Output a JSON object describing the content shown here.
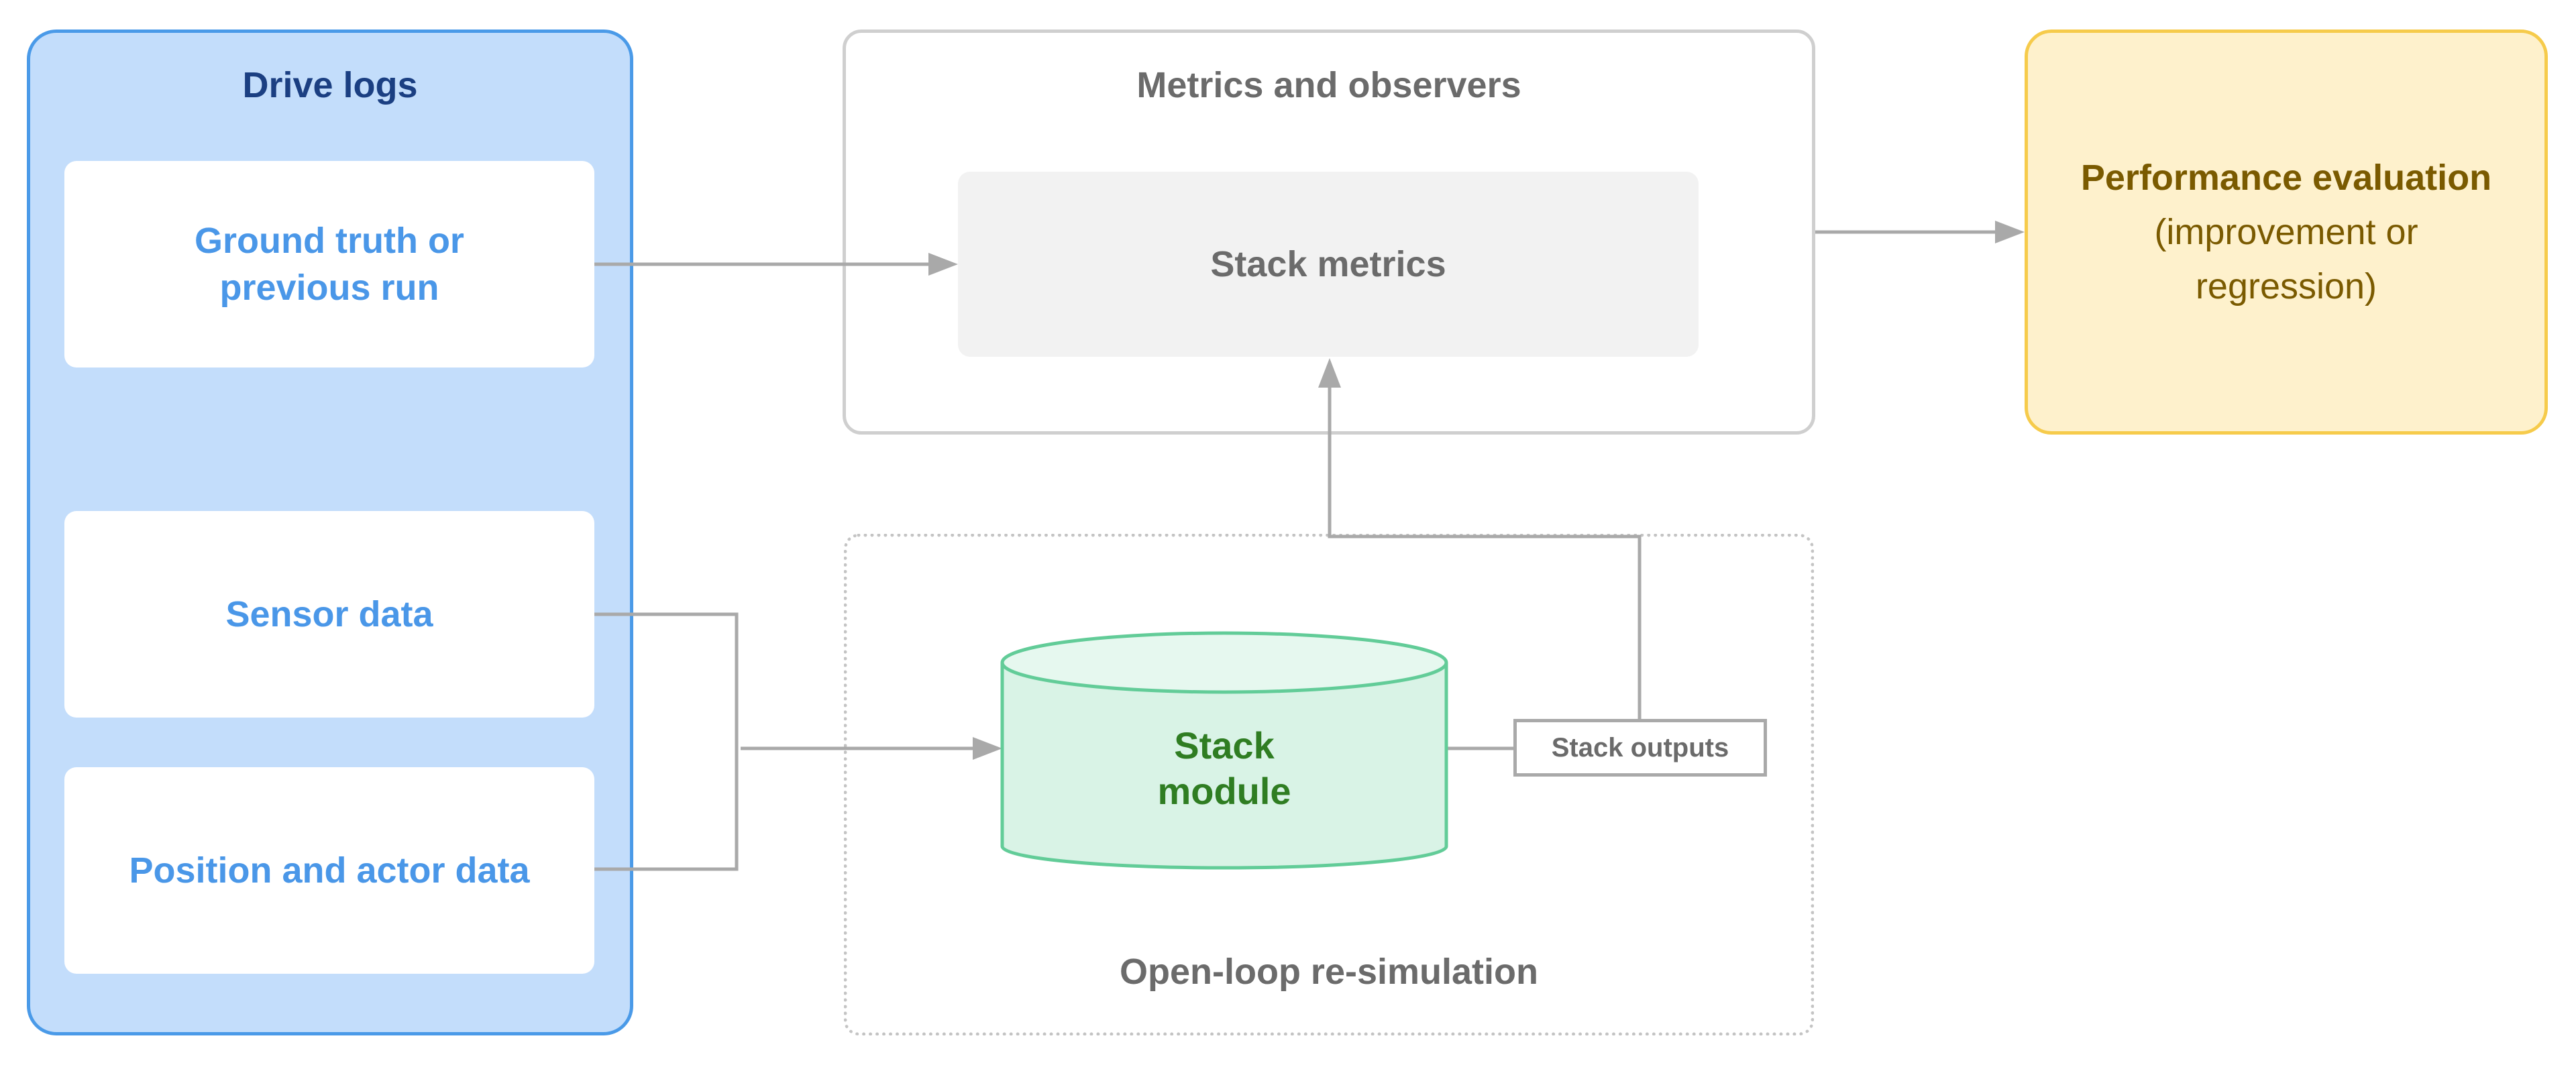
{
  "drive_logs": {
    "title": "Drive logs",
    "cards": [
      {
        "line1": "Ground truth or",
        "line2": "previous run"
      },
      {
        "label": "Sensor data"
      },
      {
        "label": "Position and actor data"
      }
    ]
  },
  "metrics": {
    "title": "Metrics and observers",
    "inner": "Stack metrics"
  },
  "performance": {
    "title": "Performance evaluation",
    "line2": "(improvement or",
    "line3": "regression)"
  },
  "open_loop": {
    "title": "Open-loop re-simulation",
    "module_line1": "Stack",
    "module_line2": "module",
    "outputs": "Stack outputs"
  },
  "colors": {
    "drive_logs_fill": "#c3ddfb",
    "drive_logs_border": "#4a9ae8",
    "card_text": "#4a97e8",
    "module_fill": "#d9f3e6",
    "module_border": "#62cc98",
    "module_text": "#2f7d22",
    "perf_fill": "#fef1cc",
    "perf_border": "#f6cb4b",
    "connector": "#a9a9a9"
  }
}
